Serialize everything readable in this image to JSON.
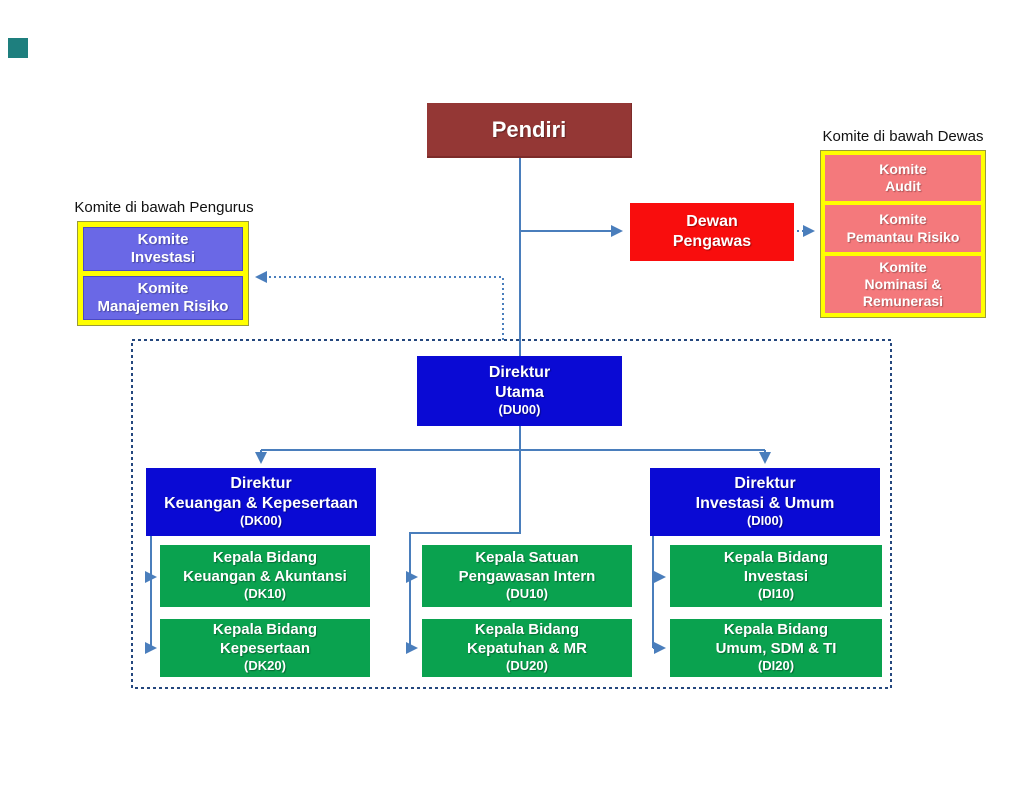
{
  "colors": {
    "darkred": "#943735",
    "red": "#f90d0d",
    "salmon": "#f4797c",
    "yellow": "#ffff00",
    "purple": "#6a68e6",
    "blue": "#0a0ad4",
    "green": "#0aa24f",
    "connector": "#4a7ebc",
    "dashbox": "#24477e",
    "teal": "#1e7f7e"
  },
  "founder": {
    "label": "Pendiri"
  },
  "supervisory_board": {
    "lines": [
      "Dewan",
      "Pengawas"
    ]
  },
  "dewas_group": {
    "caption": "Komite di bawah Dewas",
    "committees": [
      {
        "lines": [
          "Komite",
          "Audit"
        ]
      },
      {
        "lines": [
          "Komite",
          "Pemantau Risiko"
        ]
      },
      {
        "lines": [
          "Komite",
          "Nominasi &",
          "Remunerasi"
        ]
      }
    ]
  },
  "pengurus_group": {
    "caption": "Komite di bawah Pengurus",
    "committees": [
      {
        "lines": [
          "Komite",
          "Investasi"
        ]
      },
      {
        "lines": [
          "Komite",
          "Manajemen Risiko"
        ]
      }
    ]
  },
  "directors": {
    "du00": {
      "lines": [
        "Direktur",
        "Utama"
      ],
      "code": "(DU00)"
    },
    "dk00": {
      "lines": [
        "Direktur",
        "Keuangan & Kepesertaan"
      ],
      "code": "(DK00)"
    },
    "di00": {
      "lines": [
        "Direktur",
        "Investasi & Umum"
      ],
      "code": "(DI00)"
    }
  },
  "units": {
    "dk10": {
      "lines": [
        "Kepala Bidang",
        "Keuangan & Akuntansi"
      ],
      "code": "(DK10)"
    },
    "dk20": {
      "lines": [
        "Kepala Bidang",
        "Kepesertaan"
      ],
      "code": "(DK20)"
    },
    "du10": {
      "lines": [
        "Kepala Satuan",
        "Pengawasan Intern"
      ],
      "code": "(DU10)"
    },
    "du20": {
      "lines": [
        "Kepala Bidang",
        "Kepatuhan & MR"
      ],
      "code": "(DU20)"
    },
    "di10": {
      "lines": [
        "Kepala Bidang",
        "Investasi"
      ],
      "code": "(DI10)"
    },
    "di20": {
      "lines": [
        "Kepala Bidang",
        "Umum, SDM & TI"
      ],
      "code": "(DI20)"
    }
  }
}
